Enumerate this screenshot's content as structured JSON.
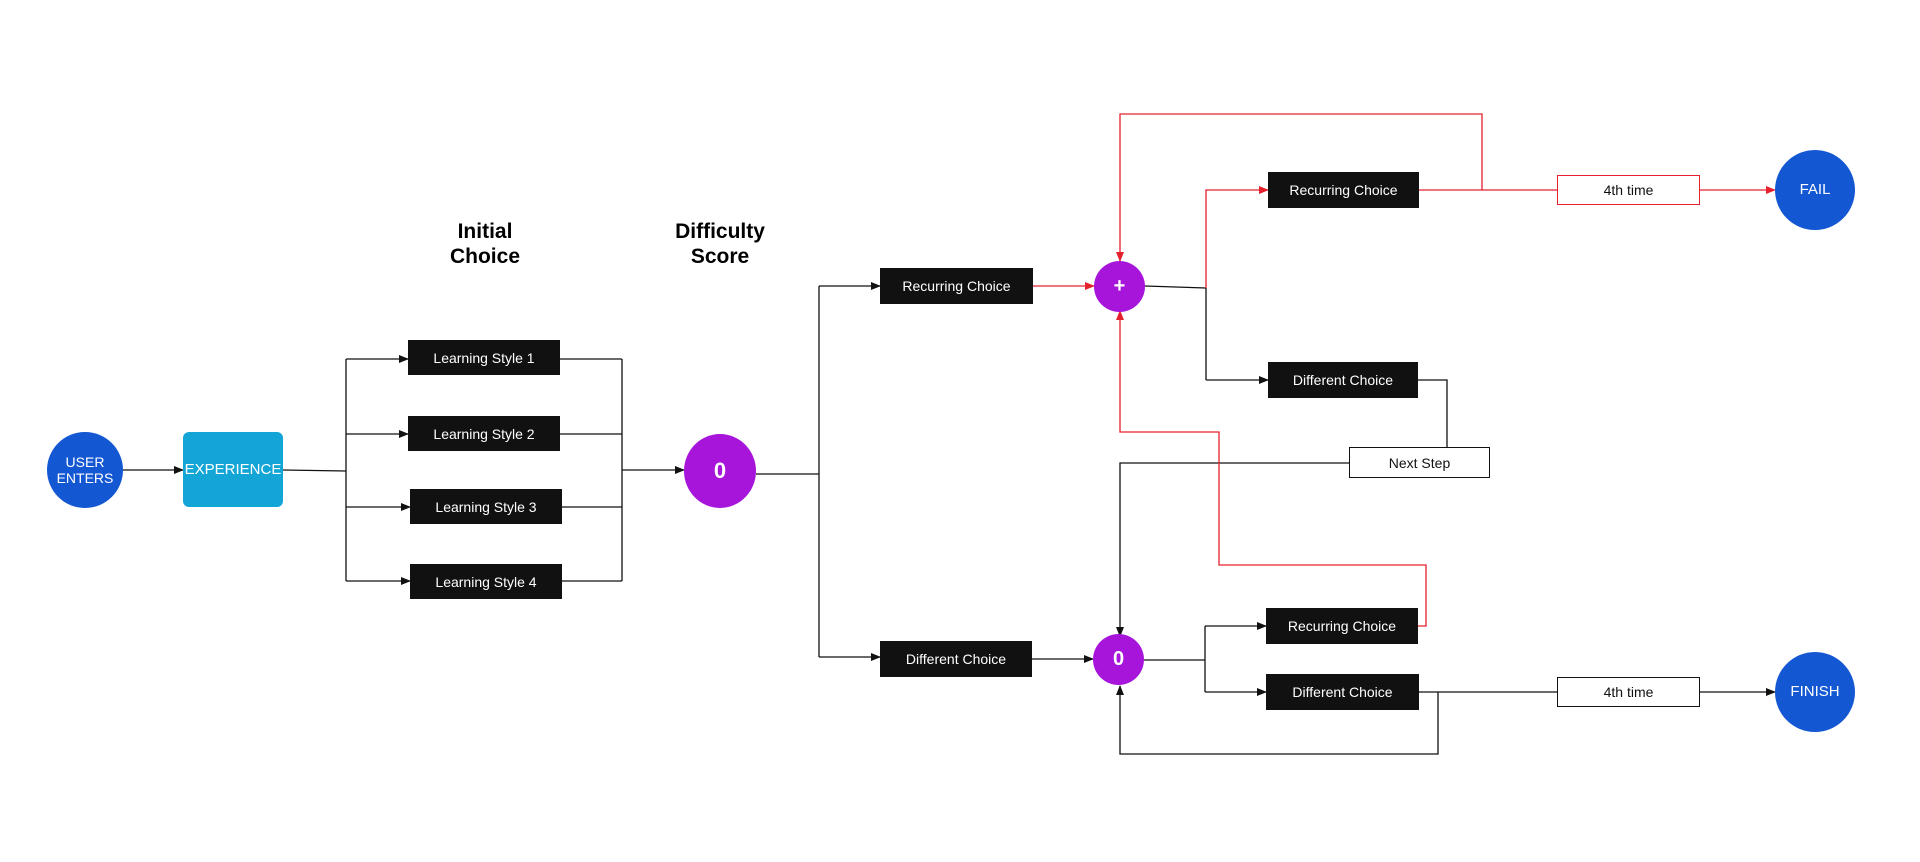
{
  "colors": {
    "user_circle": "#1357d3",
    "experience_box": "#13a5d6",
    "score_circle": "#a615d9",
    "choice_box": "#111111",
    "red_path": "#e5212e",
    "black_path": "#111111"
  },
  "headings": {
    "initial_choice": "Initial\nChoice",
    "difficulty_score": "Difficulty\nScore"
  },
  "start": {
    "user_enters": "USER\nENTERS",
    "experience": "EXPERIENCE"
  },
  "learning_styles": [
    "Learning Style 1",
    "Learning Style 2",
    "Learning Style 3",
    "Learning Style 4"
  ],
  "score_initial": "0",
  "upper_branch": {
    "choice": "Recurring Choice",
    "score": "+",
    "recurring": "Recurring Choice",
    "different": "Different Choice",
    "fourth_time": "4th time",
    "outcome": "FAIL"
  },
  "lower_branch": {
    "choice": "Different Choice",
    "score": "0",
    "recurring": "Recurring Choice",
    "different": "Different Choice",
    "fourth_time": "4th time",
    "outcome": "FINISH"
  },
  "next_step": "Next Step"
}
